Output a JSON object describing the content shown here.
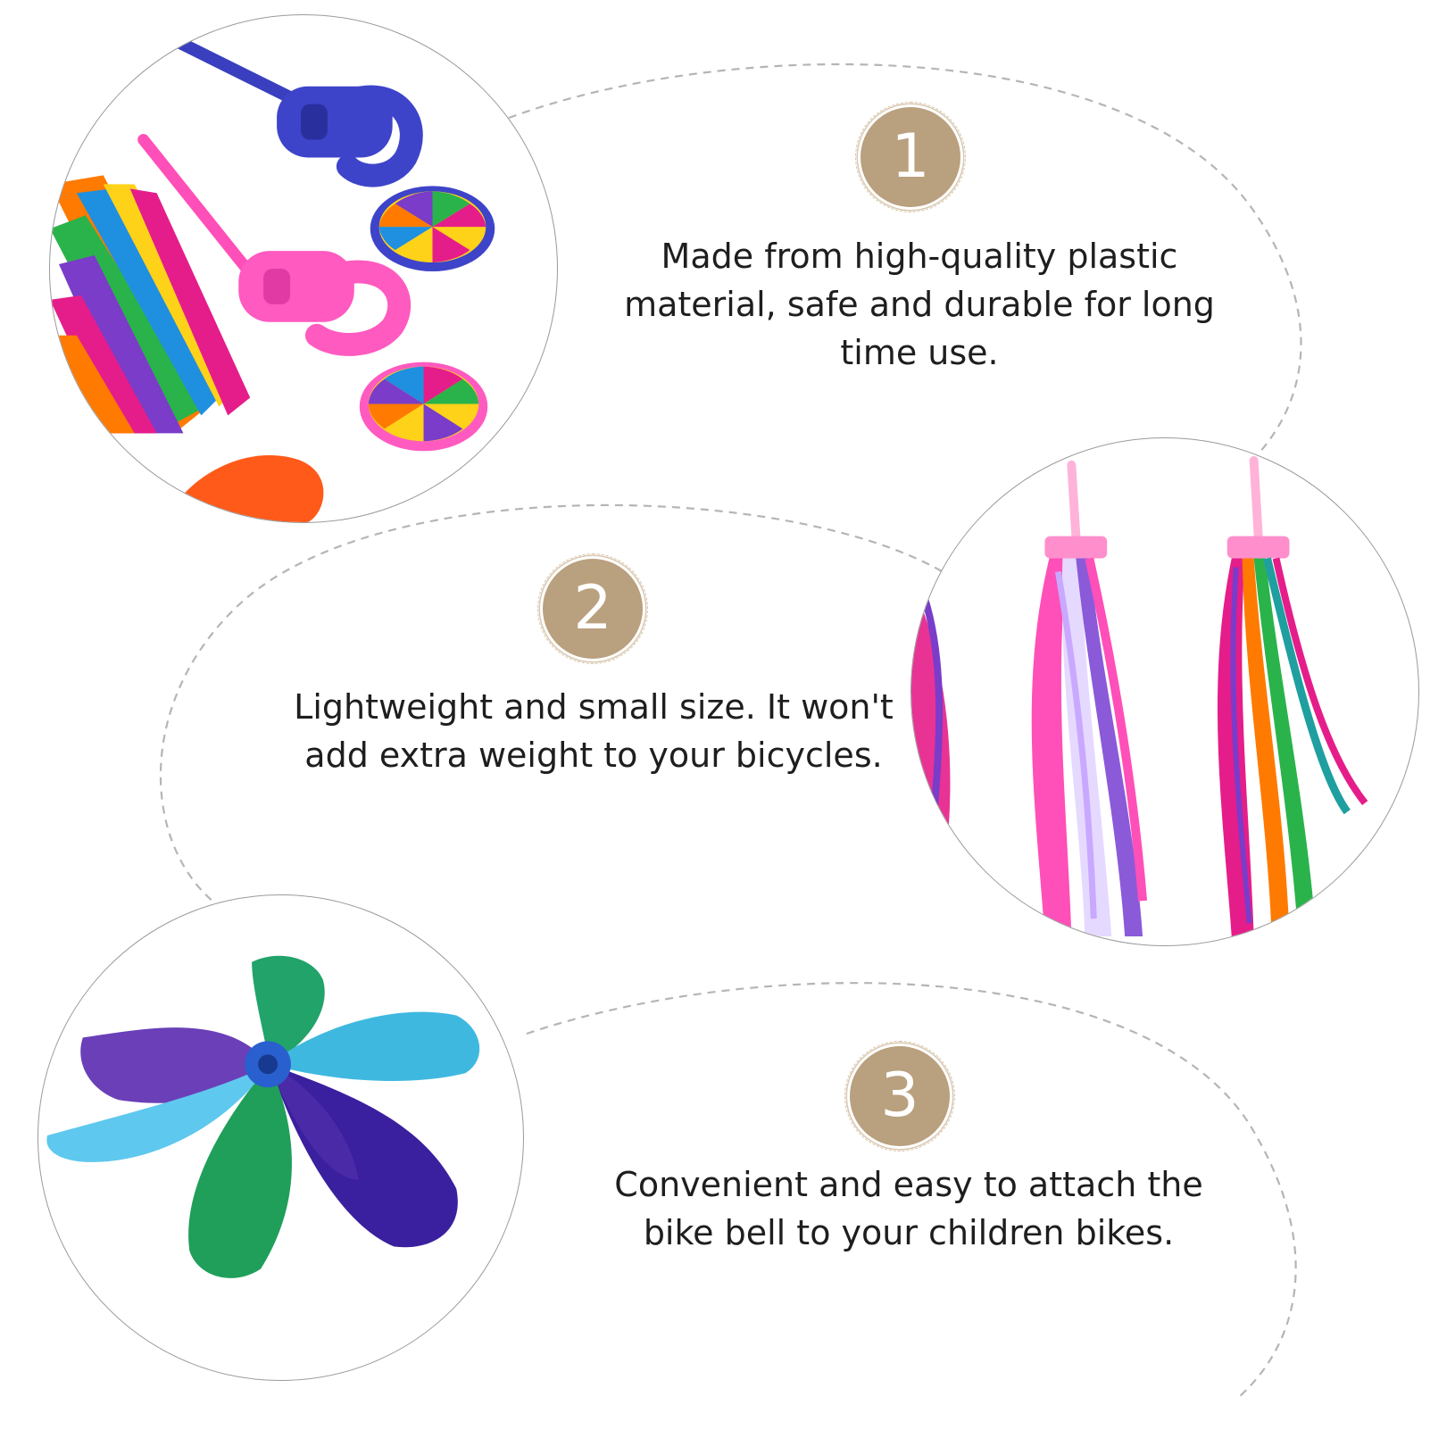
{
  "features": [
    {
      "number": "1",
      "text": "Made from high-quality plastic material, safe and durable for long time use."
    },
    {
      "number": "2",
      "text": "Lightweight and small size. It won't add extra weight to your bicycles."
    },
    {
      "number": "3",
      "text": "Convenient and easy to attach the bike bell to your children bikes."
    }
  ],
  "colors": {
    "badge": "#b9a07e",
    "badge_text": "#ffffff",
    "dashed_line": "#b5b5b5",
    "text": "#1e1e1e"
  }
}
